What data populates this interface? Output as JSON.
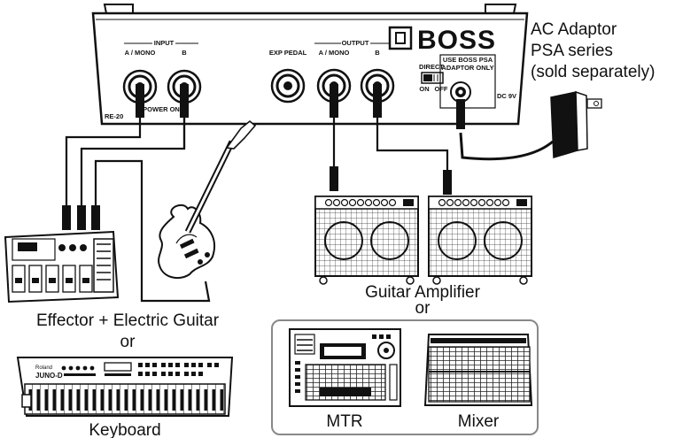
{
  "pedal": {
    "brand": "BOSS",
    "model": "RE-20",
    "input_label": "INPUT",
    "input_a_label": "A / MONO",
    "input_b_label": "B",
    "exp_pedal_label": "EXP PEDAL",
    "output_label": "OUTPUT",
    "output_a_label": "A / MONO",
    "output_b_label": "B",
    "direct_label": "DIRECT",
    "direct_on": "ON",
    "direct_off": "OFF",
    "adaptor_note_1": "USE BOSS PSA",
    "adaptor_note_2": "ADAPTOR ONLY",
    "power_on_label": "POWER ON",
    "dc_label": "DC 9V"
  },
  "adaptor": {
    "line1": "AC Adaptor",
    "line2": "PSA series",
    "line3": "(sold separately)"
  },
  "labels": {
    "guitar_amplifier": "Guitar Amplifier",
    "or_amp": "or",
    "effector_guitar": "Effector + Electric Guitar",
    "or_keyboard": "or",
    "keyboard": "Keyboard",
    "mtr": "MTR",
    "mixer": "Mixer",
    "keyboard_brand": "Roland",
    "keyboard_model": "JUNO-D"
  }
}
